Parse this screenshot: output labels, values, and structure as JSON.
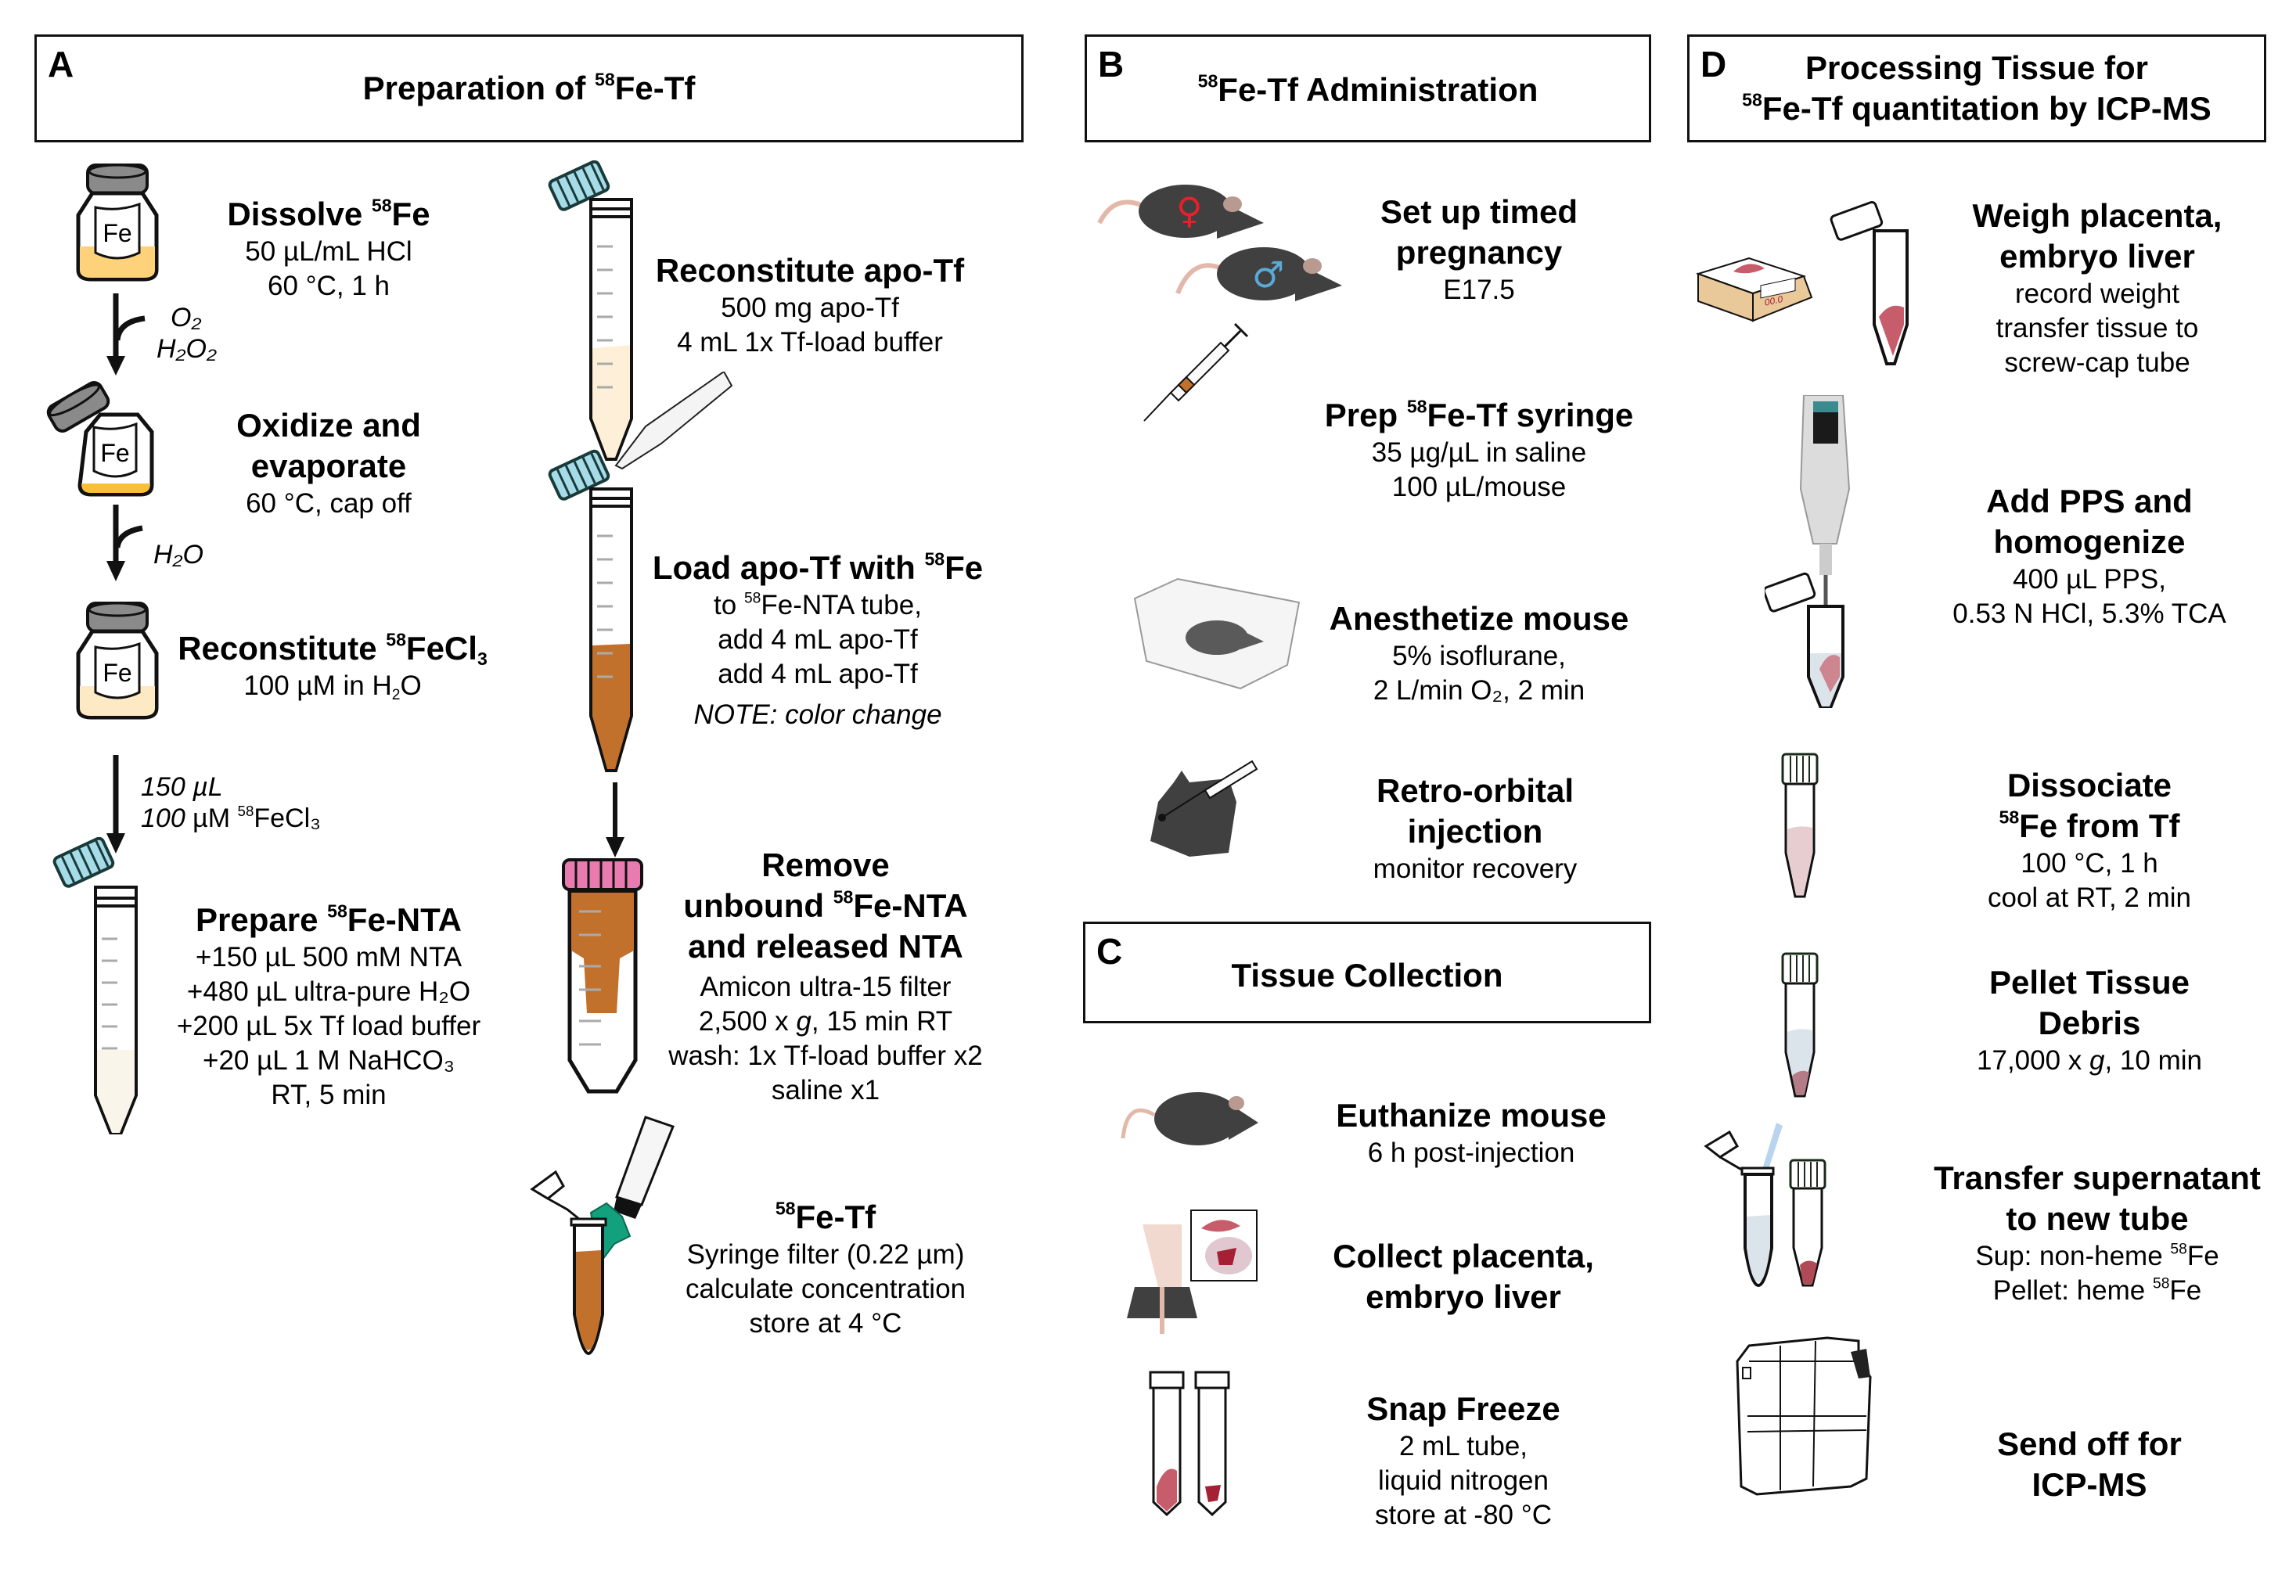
{
  "panels": {
    "A": {
      "letter": "A",
      "title_pre": "Preparation of ",
      "title_sup": "58",
      "title_post": "Fe-Tf",
      "steps": {
        "dissolve": {
          "h_pre": "Dissolve ",
          "h_sup": "58",
          "h_post": "Fe",
          "lines": [
            "50 µL/mL HCl",
            "60 °C, 1 h"
          ]
        },
        "oxidize": {
          "h_lines": [
            "Oxidize and",
            "evaporate"
          ],
          "lines": [
            "60 °C, cap off"
          ]
        },
        "reconstitute_fecl3": {
          "h_pre": "Reconstitute ",
          "h_sup": "58",
          "h_post": "FeCl",
          "h_sub": "3",
          "line_pre": "100 µM in H",
          "line_sub": "2",
          "line_post": "O"
        },
        "prepare_nta": {
          "h_pre": "Prepare ",
          "h_sup": "58",
          "h_post": "Fe-NTA",
          "lines": [
            "+150 µL 500 mM NTA",
            "+480 µL ultra-pure H₂O",
            "+200 µL 5x Tf load buffer",
            "+20 µL 1 M NaHCO₃",
            "RT, 5 min"
          ]
        },
        "reconstitute_apotf": {
          "h": "Reconstitute apo-Tf",
          "lines": [
            "500 mg apo-Tf",
            "4 mL 1x Tf-load buffer"
          ]
        },
        "load_apotf": {
          "h_pre": "Load apo-Tf with ",
          "h_sup": "58",
          "h_post": "Fe",
          "line1_pre": "to ",
          "line1_sup": "58",
          "line1_post": "Fe-NTA tube,",
          "lines": [
            "add 4 mL apo-Tf",
            "add 4 mL apo-Tf"
          ],
          "note": "NOTE: color change"
        },
        "remove_unbound": {
          "h1": "Remove",
          "h2_pre": "unbound ",
          "h2_sup": "58",
          "h2_post": "Fe-NTA",
          "h3": "and released NTA",
          "line1": "Amicon ultra-15 filter",
          "line2_pre": "2,500 x ",
          "line2_g": "g",
          "line2_post": ", 15 min RT",
          "lines": [
            "wash: 1x Tf-load buffer x2",
            "saline x1"
          ]
        },
        "fe_tf": {
          "h_sup": "58",
          "h_post": "Fe-Tf",
          "lines": [
            "Syringe filter (0.22 µm)",
            "calculate concentration",
            "store at 4 °C"
          ]
        }
      },
      "arrow_labels": {
        "oxidize_reagent1": "O₂",
        "oxidize_reagent2": "H₂O₂",
        "water": "H₂O",
        "transfer_vol": "150 µL",
        "transfer_conc_italic": "100",
        "transfer_conc_pre": " µM ",
        "transfer_conc_sup": "58",
        "transfer_conc_post": "FeCl₃"
      },
      "vial_label": "Fe"
    },
    "B": {
      "letter": "B",
      "title_sup": "58",
      "title_post": "Fe-Tf Administration",
      "steps": {
        "timed_pregnancy": {
          "h_lines": [
            "Set up timed",
            "pregnancy"
          ],
          "lines": [
            "E17.5"
          ]
        },
        "prep_syringe": {
          "h_pre": "Prep ",
          "h_sup": "58",
          "h_post": "Fe-Tf syringe",
          "lines": [
            "35 µg/µL in saline",
            "100 µL/mouse"
          ]
        },
        "anesthetize": {
          "h": "Anesthetize mouse",
          "lines": [
            "5% isoflurane,",
            "2 L/min O₂, 2 min"
          ]
        },
        "retro_orbital": {
          "h_lines": [
            "Retro-orbital",
            "injection"
          ],
          "lines": [
            "monitor recovery"
          ]
        }
      },
      "symbols": {
        "female": "♀",
        "male": "♂"
      }
    },
    "C": {
      "letter": "C",
      "title": "Tissue Collection",
      "steps": {
        "euthanize": {
          "h": "Euthanize mouse",
          "lines": [
            "6 h post-injection"
          ]
        },
        "collect": {
          "h_lines": [
            "Collect placenta,",
            "embryo liver"
          ]
        },
        "snap_freeze": {
          "h": "Snap Freeze",
          "lines": [
            "2 mL tube,",
            "liquid nitrogen",
            "store at -80 °C"
          ]
        }
      }
    },
    "D": {
      "letter": "D",
      "title_line1": "Processing Tissue for",
      "title_sup": "58",
      "title_line2": "Fe-Tf quantitation by ICP-MS",
      "steps": {
        "weigh": {
          "h_lines": [
            "Weigh placenta,",
            "embryo liver"
          ],
          "lines": [
            "record weight",
            "transfer tissue to",
            "screw-cap tube"
          ]
        },
        "homogenize": {
          "h_lines": [
            "Add PPS and",
            "homogenize"
          ],
          "lines": [
            "400 µL PPS,",
            "0.53 N HCl, 5.3% TCA"
          ]
        },
        "dissociate": {
          "h1": "Dissociate",
          "h2_sup": "58",
          "h2_post": "Fe from Tf",
          "lines": [
            "100 °C, 1 h",
            "cool at RT, 2 min"
          ]
        },
        "pellet": {
          "h_lines": [
            "Pellet Tissue",
            "Debris"
          ],
          "line_pre": "17,000 x ",
          "line_g": "g",
          "line_post": ", 10 min"
        },
        "transfer": {
          "h_lines": [
            "Transfer supernatant",
            "to new tube"
          ],
          "l1_pre": "Sup: non-heme ",
          "l1_sup": "58",
          "l1_post": "Fe",
          "l2_pre": "Pellet: heme ",
          "l2_sup": "58",
          "l2_post": "Fe"
        },
        "icpms": {
          "h_lines": [
            "Send off for",
            "ICP-MS"
          ]
        }
      },
      "scale_display": "00.0"
    }
  },
  "colors": {
    "fe_solution": "#fdd27a",
    "fe_solution_light": "#fde9c4",
    "tf_loaded": "#c1712c",
    "cap_blue": "#a6dbe8",
    "cap_pink": "#e87bb0",
    "cap_gray": "#8a8a8a",
    "mouse": "#404040",
    "mouse_skin": "#e2b9a8",
    "tissue": "#c75c6a",
    "liver": "#a51f35",
    "filter_green": "#13a07c",
    "female": "#e8202a",
    "male": "#5aaad8"
  }
}
